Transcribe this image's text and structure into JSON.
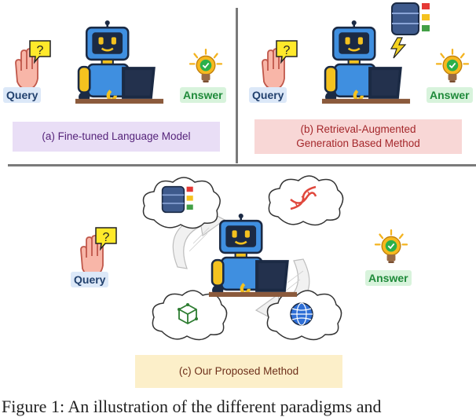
{
  "panel_a": {
    "query": "Query",
    "answer": "Answer",
    "label": "(a) Fine-tuned Language Model"
  },
  "panel_b": {
    "query": "Query",
    "answer": "Answer",
    "label_line1": "(b) Retrieval-Augmented",
    "label_line2": "Generation Based Method"
  },
  "panel_c": {
    "query": "Query",
    "answer": "Answer",
    "label": "(c) Our Proposed Method"
  },
  "caption": "Figure 1: An illustration of the different paradigms and"
}
